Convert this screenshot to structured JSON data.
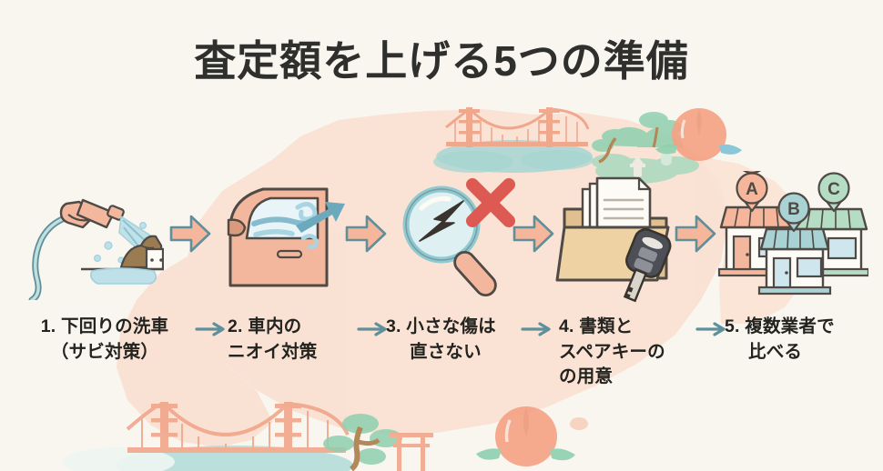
{
  "page": {
    "title": "査定額を上げる5つの準備",
    "background_color": "#f9f6f0",
    "map_color": "#fae3d6",
    "accent_salmon": "#f4a183",
    "accent_teal": "#5e8f9b",
    "accent_green": "#9ed2b8",
    "text_color": "#23231f",
    "title_color": "#2f2f2d"
  },
  "steps": [
    {
      "number": "1.",
      "icon_name": "pressure-washer-icon",
      "icon_label": "pressure washer spraying mud",
      "caption_lines": [
        "1. 下回りの洗車",
        "（サビ対策）"
      ],
      "caption_full": "1. 下回りの洗車（サビ対策）"
    },
    {
      "number": "2.",
      "icon_name": "car-door-ventilation-icon",
      "icon_label": "car door with air flowing out",
      "caption_lines": [
        "2. 車内の",
        "ニオイ対策"
      ],
      "caption_full": "2. 車内のニオイ対策"
    },
    {
      "number": "3.",
      "icon_name": "magnifier-scratch-crossed-icon",
      "icon_label": "magnifying glass over scratch with red cross",
      "caption_lines": [
        "3. 小さな傷は",
        "直さない"
      ],
      "caption_full": "3. 小さな傷は直さない"
    },
    {
      "number": "4.",
      "icon_name": "documents-folder-car-key-icon",
      "icon_label": "folder with documents and car key",
      "caption_lines": [
        "4. 書類と",
        "スペアキーの",
        "の用意"
      ],
      "caption_full": "4. 書類とスペアキーのの用意"
    },
    {
      "number": "5.",
      "icon_name": "three-shops-compare-icon",
      "icon_label": "three shops with A B C markers",
      "caption_lines": [
        "5. 複数業者で",
        "比べる"
      ],
      "caption_full": "5. 複数業者で比べる"
    }
  ],
  "shop_markers": [
    "A",
    "B",
    "C"
  ],
  "flow": {
    "big_arrow_name": "step-flow-arrow",
    "big_arrow_count": 4,
    "small_arrow_name": "caption-flow-arrow",
    "small_arrow_count": 4
  },
  "decorations": [
    {
      "name": "suspension-bridge-top",
      "label": "suspension bridge over water"
    },
    {
      "name": "japanese-garden-top",
      "label": "japanese garden with pine trees and lantern"
    },
    {
      "name": "peach-top-right",
      "label": "peach fruit"
    },
    {
      "name": "suspension-bridge-bottom",
      "label": "suspension bridge over water"
    },
    {
      "name": "pine-tree-bottom",
      "label": "pine tree and torii"
    },
    {
      "name": "peach-bottom",
      "label": "peach fruit"
    },
    {
      "name": "region-map-silhouette",
      "label": "prefecture map silhouette"
    }
  ]
}
